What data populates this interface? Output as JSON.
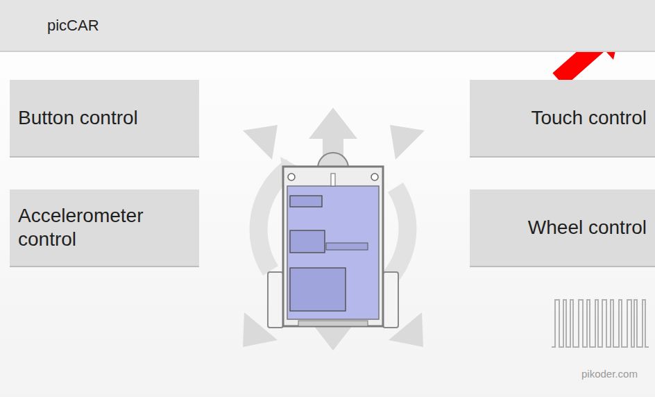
{
  "diagram": {
    "nodes": [
      {
        "text": [
          "picCAR"
        ]
      },
      {
        "text": [
          "Button control"
        ]
      },
      {
        "text": [
          "Touch control"
        ]
      },
      {
        "text": [
          "Accelerometer control"
        ]
      },
      {
        "text": [
          "Wheel control"
        ]
      }
    ],
    "labels": [
      "pikoder.com"
    ]
  }
}
